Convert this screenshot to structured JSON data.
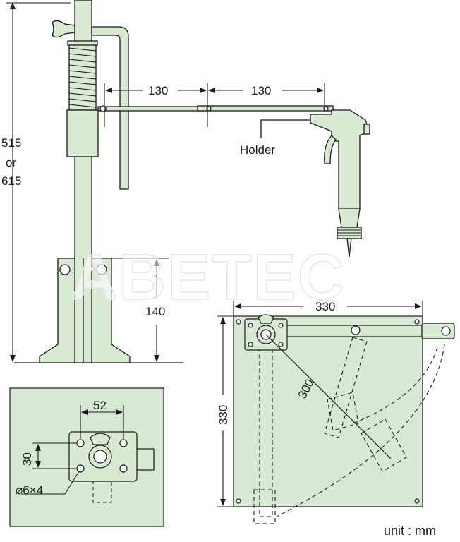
{
  "colors": {
    "part_fill": "#d9ead3",
    "panel_fill": "#d6e9d3",
    "line": "#1a1a1a",
    "background": "#ffffff"
  },
  "side_view": {
    "height_label_1": "515",
    "height_label_2": "or",
    "height_label_3": "615",
    "arm_length_1": "130",
    "arm_length_2": "130",
    "holder_label": "Holder",
    "base_height": "140"
  },
  "top_view": {
    "width": "330",
    "depth": "330",
    "reach": "300"
  },
  "base_detail": {
    "hole_spacing_x": "52",
    "hole_spacing_y": "30",
    "hole_spec": "⌀6×4"
  },
  "watermark": "ABETEC",
  "unit_label": "unit : mm"
}
